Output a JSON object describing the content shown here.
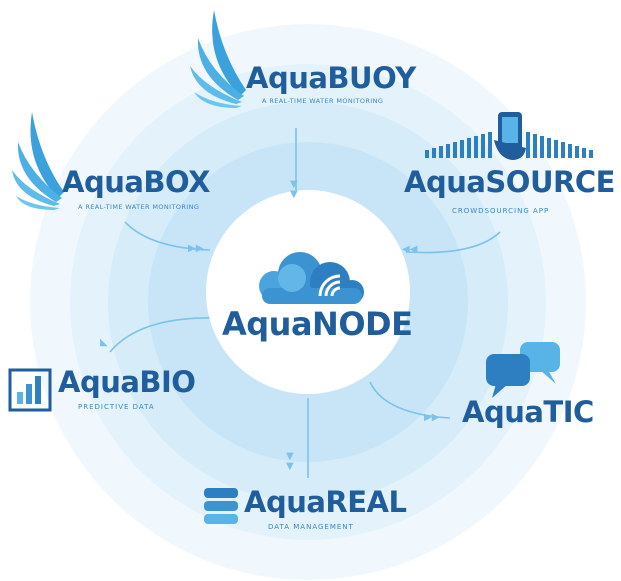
{
  "center": {
    "name": "AquaNODE"
  },
  "nodes": {
    "aquabuoy": {
      "name": "AquaBUOY",
      "subtitle": "A REAL-TIME WATER MONITORING"
    },
    "aquabox": {
      "name": "AquaBOX",
      "subtitle": "A REAL-TIME WATER MONITORING"
    },
    "aquasource": {
      "name": "AquaSOURCE",
      "subtitle": "CROWDSOURCING APP"
    },
    "aquabio": {
      "name": "AquaBIO",
      "subtitle": "PREDICTIVE DATA"
    },
    "aquatic": {
      "name": "AquaTIC",
      "subtitle": ""
    },
    "aquareal": {
      "name": "AquaREAL",
      "subtitle": "DATA MANAGEMENT"
    }
  },
  "colors": {
    "brand_dark": "#1f5d9c",
    "brand_mid": "#2e7fc1",
    "brand_light": "#58b4e6",
    "ring_outer": "#eef7fd",
    "ring_mid": "#ddeffa",
    "ring_inner": "#c9e6f7",
    "connector": "#7cc2ea"
  },
  "icons": {
    "aquabuoy": "wing-icon",
    "aquabox": "wing-icon",
    "aquasource": "phone-waveform-icon",
    "aquabio": "bar-chart-icon",
    "aquatic": "speech-bubbles-icon",
    "aquareal": "database-stack-icon",
    "center": "cloud-wifi-icon"
  }
}
